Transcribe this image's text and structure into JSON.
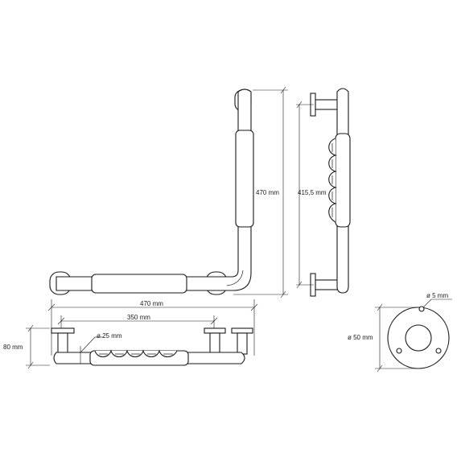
{
  "dimensions": {
    "height_front": "470 mm",
    "height_side": "415,5 mm",
    "width_total": "470 mm",
    "width_mount": "350 mm",
    "depth": "80 mm",
    "tube_diameter": "ø 25 mm",
    "screw_diameter": "ø 5 mm",
    "rosette_diameter": "ø 50 mm"
  }
}
